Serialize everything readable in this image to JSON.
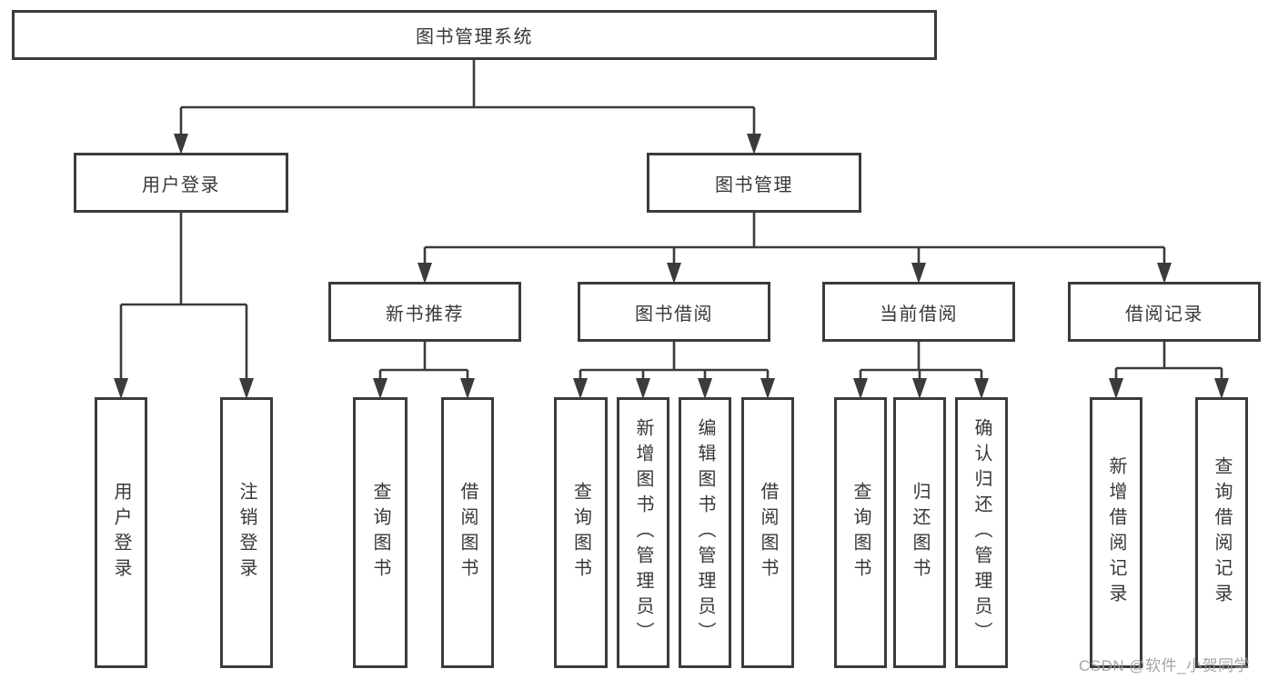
{
  "diagram_title": "图书管理系统",
  "tree": {
    "label": "图书管理系统",
    "children": [
      {
        "label": "用户登录",
        "children": [
          {
            "label": "用户登录"
          },
          {
            "label": "注销登录"
          }
        ]
      },
      {
        "label": "图书管理",
        "children": [
          {
            "label": "新书推荐",
            "children": [
              {
                "label": "查询图书"
              },
              {
                "label": "借阅图书"
              }
            ]
          },
          {
            "label": "图书借阅",
            "children": [
              {
                "label": "查询图书"
              },
              {
                "label": "新增图书（管理员）"
              },
              {
                "label": "编辑图书（管理员）"
              },
              {
                "label": "借阅图书"
              }
            ]
          },
          {
            "label": "当前借阅",
            "children": [
              {
                "label": "查询图书"
              },
              {
                "label": "归还图书"
              },
              {
                "label": "确认归还（管理员）"
              }
            ]
          },
          {
            "label": "借阅记录",
            "children": [
              {
                "label": "新增借阅记录"
              },
              {
                "label": "查询借阅记录"
              }
            ]
          }
        ]
      }
    ]
  },
  "watermark": {
    "text": "CSDN @软件_小贺同学"
  },
  "colors": {
    "line": "#3b3b3b",
    "text": "#383838",
    "background": "#ffffff",
    "watermark": "#9e9e9e"
  }
}
